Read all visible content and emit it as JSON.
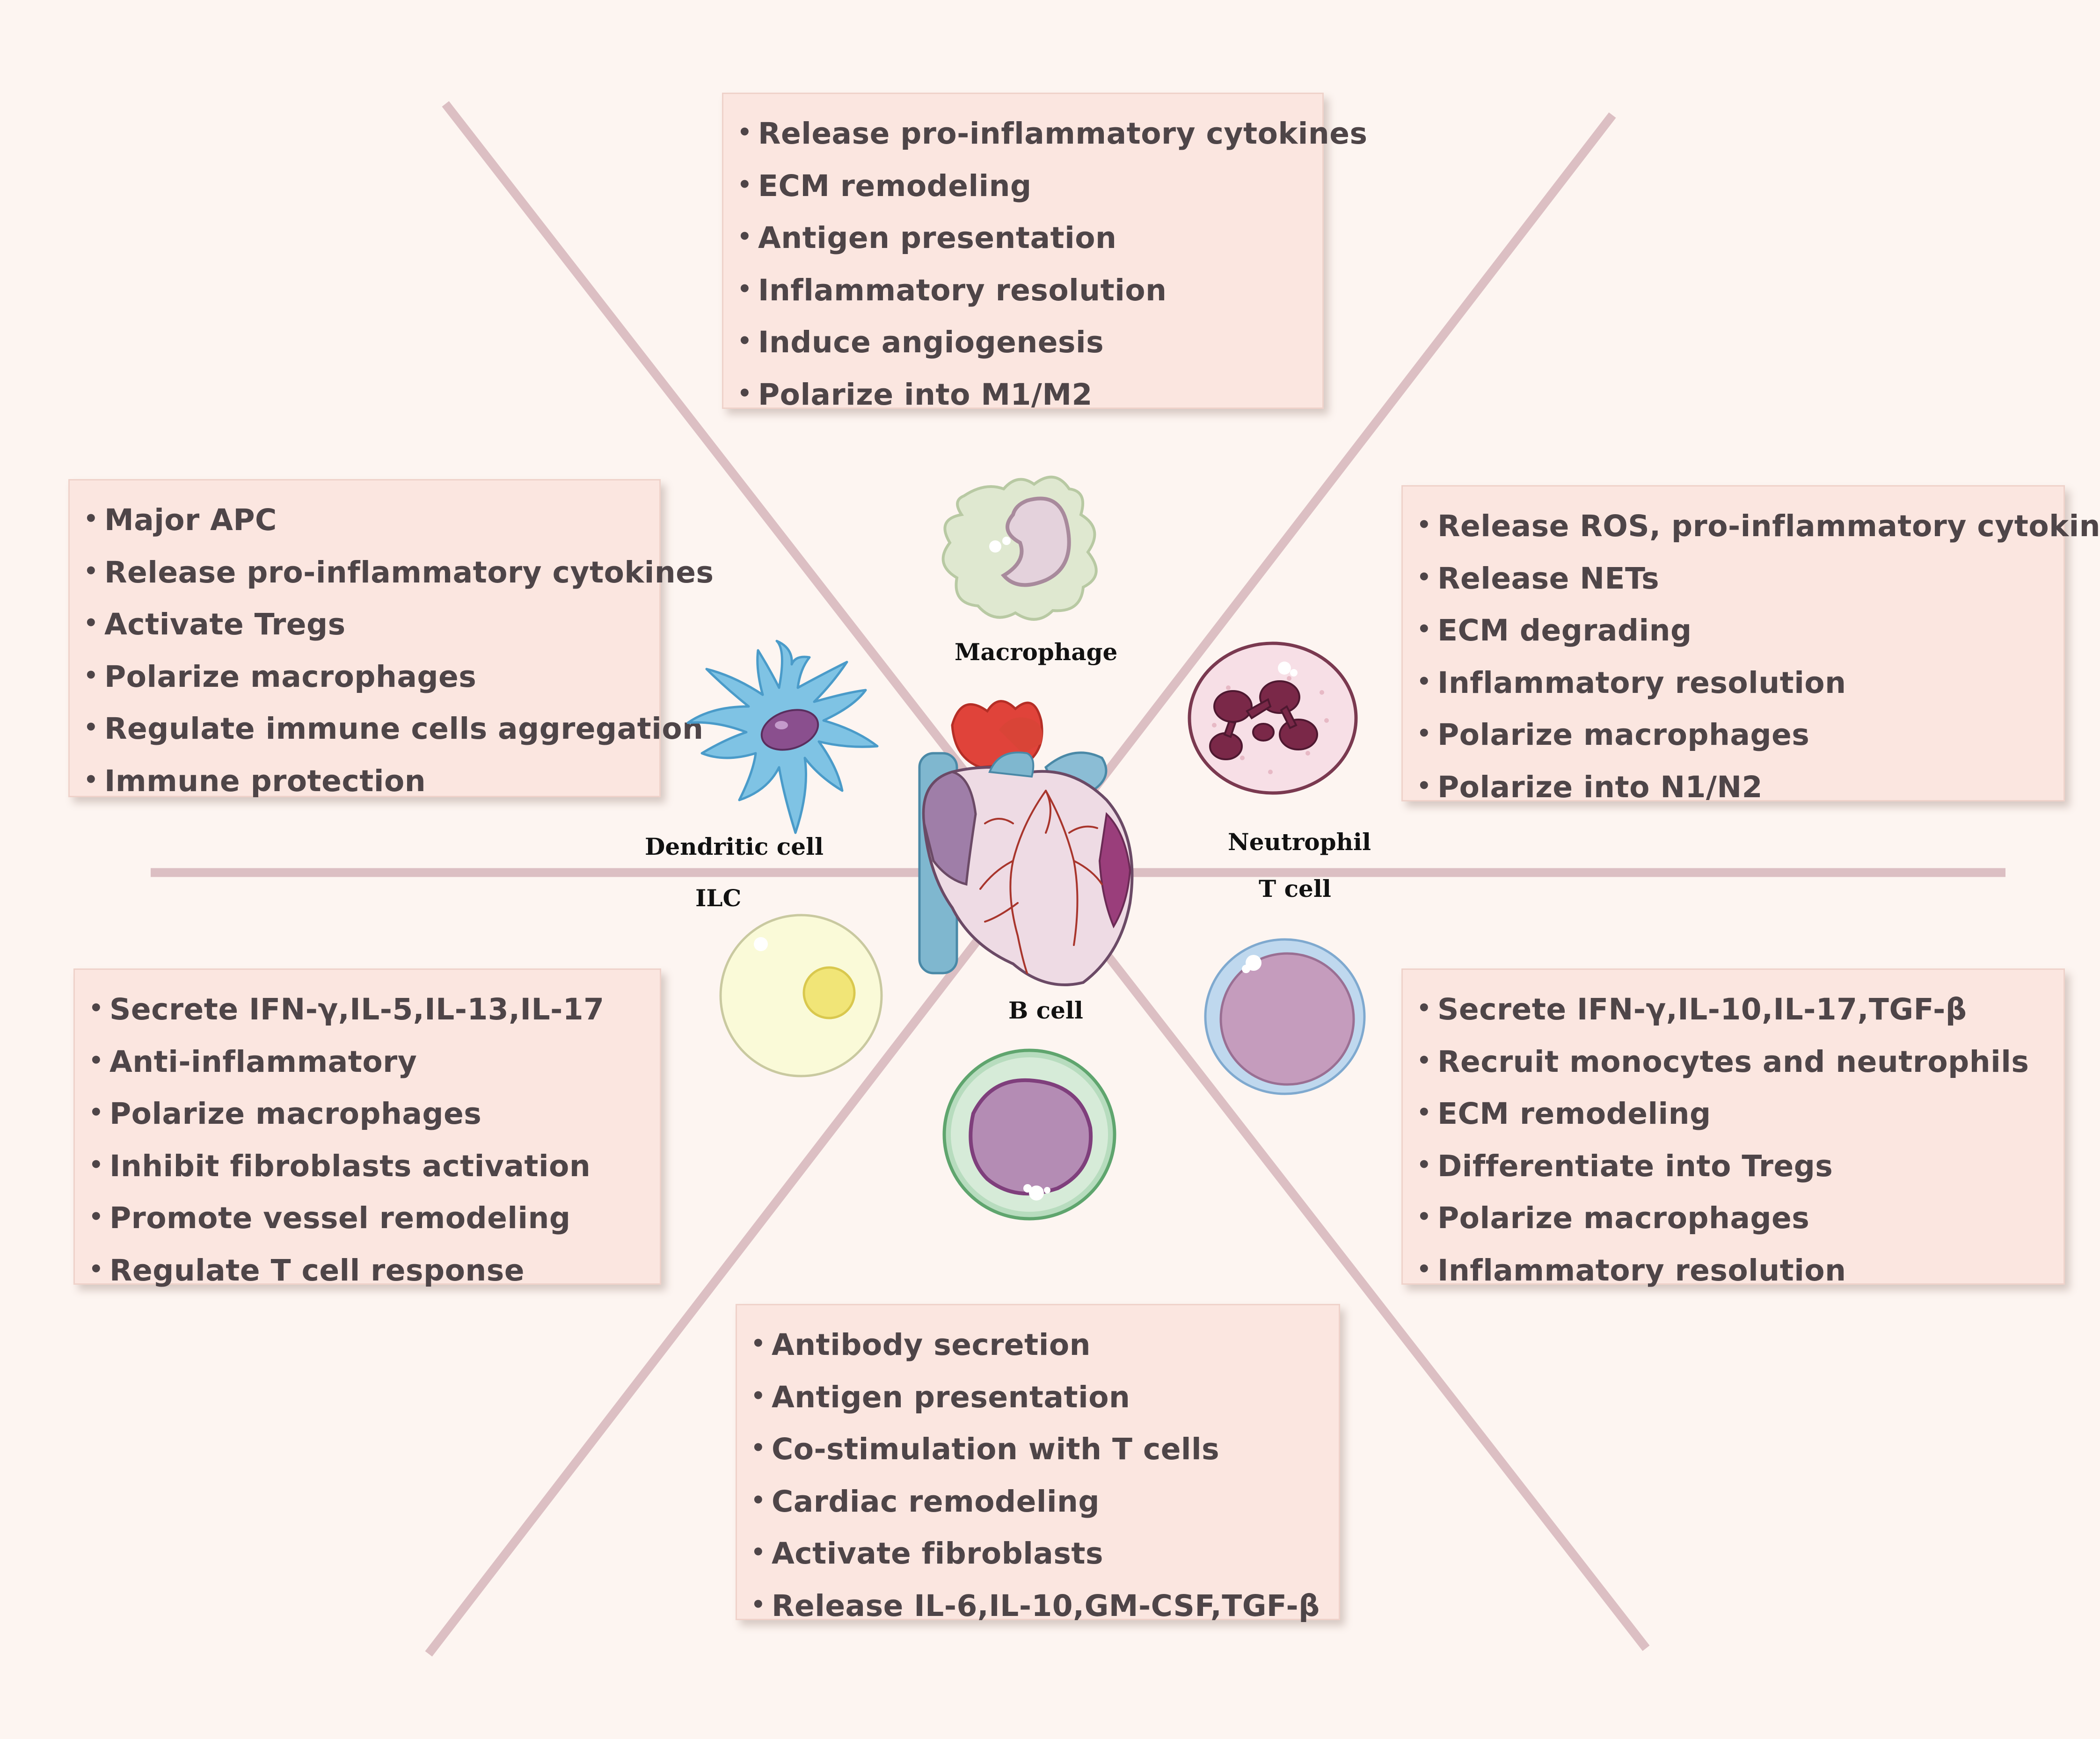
{
  "diagram": {
    "center": {
      "icon": "heart-icon"
    },
    "cells": {
      "macrophage": {
        "label": "Macrophage",
        "icon": "macrophage-icon",
        "functions": [
          "Release pro-inflammatory cytokines",
          "ECM remodeling",
          "Antigen presentation",
          "Inflammatory resolution",
          "Induce angiogenesis",
          "Polarize into M1/M2"
        ]
      },
      "dendritic_cell": {
        "label": "Dendritic cell",
        "icon": "dendritic-cell-icon",
        "functions": [
          "Major APC",
          "Release pro-inflammatory cytokines",
          "Activate Tregs",
          "Polarize macrophages",
          "Regulate immune cells aggregation",
          "Immune protection"
        ]
      },
      "neutrophil": {
        "label": "Neutrophil",
        "icon": "neutrophil-icon",
        "functions": [
          "Release ROS, pro-inflammatory cytokines",
          "Release NETs",
          "ECM degrading",
          "Inflammatory resolution",
          "Polarize macrophages",
          "Polarize into N1/N2"
        ]
      },
      "ilc": {
        "label": "ILC",
        "icon": "ilc-icon",
        "functions": [
          "Secrete IFN-γ,IL-5,IL-13,IL-17",
          "Anti-inflammatory",
          "Polarize macrophages",
          "Inhibit fibroblasts activation",
          "Promote vessel remodeling",
          "Regulate T cell response"
        ]
      },
      "t_cell": {
        "label": "T cell",
        "icon": "t-cell-icon",
        "functions": [
          "Secrete IFN-γ,IL-10,IL-17,TGF-β",
          "Recruit monocytes and neutrophils",
          "ECM remodeling",
          "Differentiate into Tregs",
          "Polarize macrophages",
          "Inflammatory resolution"
        ]
      },
      "b_cell": {
        "label": "B cell",
        "icon": "b-cell-icon",
        "functions": [
          "Antibody secretion",
          "Antigen presentation",
          "Co-stimulation with T cells",
          "Cardiac remodeling",
          "Activate fibroblasts",
          "Release IL-6,IL-10,GM-CSF,TGF-β"
        ]
      }
    },
    "colors": {
      "background": "#fdf5f1",
      "divider_lines": "#dcbfc3",
      "box_fill": "#fbe6e0",
      "text": "#4e4548"
    }
  }
}
